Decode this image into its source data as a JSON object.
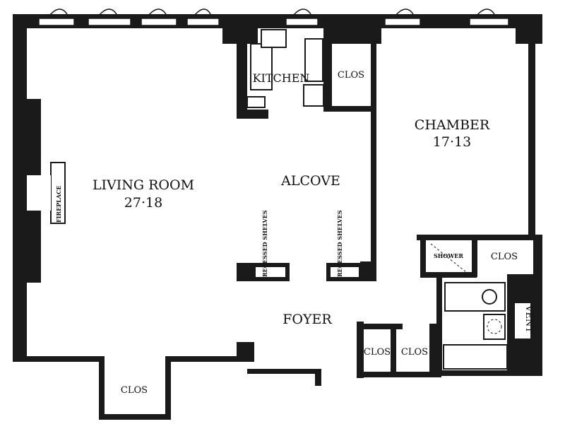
{
  "rooms": {
    "living_room": {
      "name": "LIVING ROOM",
      "dims": "27·18"
    },
    "chamber": {
      "name": "CHAMBER",
      "dims": "17·13"
    },
    "alcove": "ALCOVE",
    "kitchen": "KITCHEN",
    "foyer": "FOYER",
    "fireplace": "FIREPLACE",
    "shower": "SHOWER",
    "vent": "VENT",
    "closets": [
      "CLOS",
      "CLOS",
      "CLOS",
      "CLOS",
      "CLOS"
    ],
    "shelves": [
      "RECESSED SHELVES",
      "RECESSED SHELVES"
    ]
  }
}
